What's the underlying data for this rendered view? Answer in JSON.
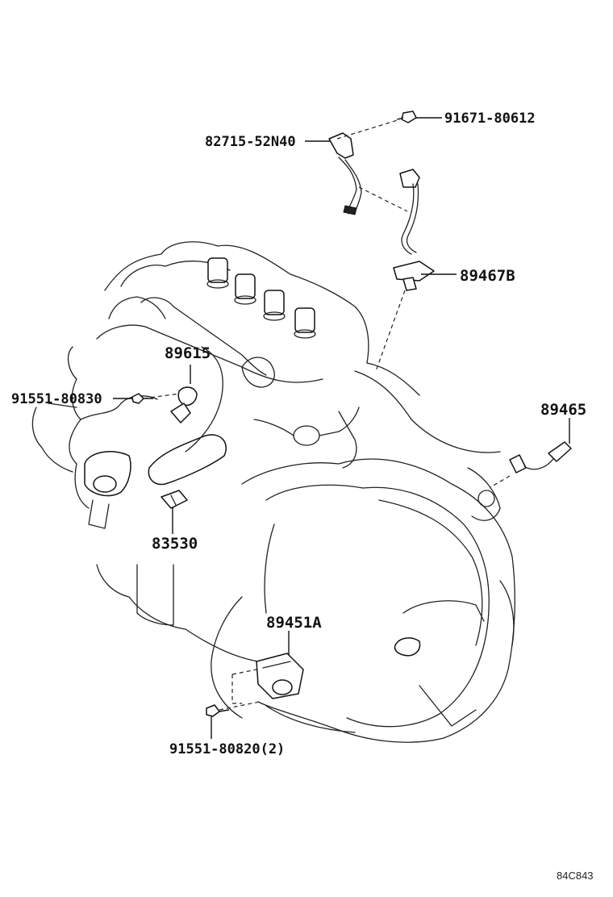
{
  "parts": {
    "p82715": "82715-52N40",
    "p91671": "91671-80612",
    "p89467b": "89467B",
    "p89615": "89615",
    "p91551_80830": "91551-80830",
    "p89465": "89465",
    "p83530": "83530",
    "p89451a": "89451A",
    "p91551_80820": "91551-80820(2)"
  },
  "figure_code": "84C843",
  "colors": {
    "ink": "#222222",
    "background": "#ffffff"
  }
}
